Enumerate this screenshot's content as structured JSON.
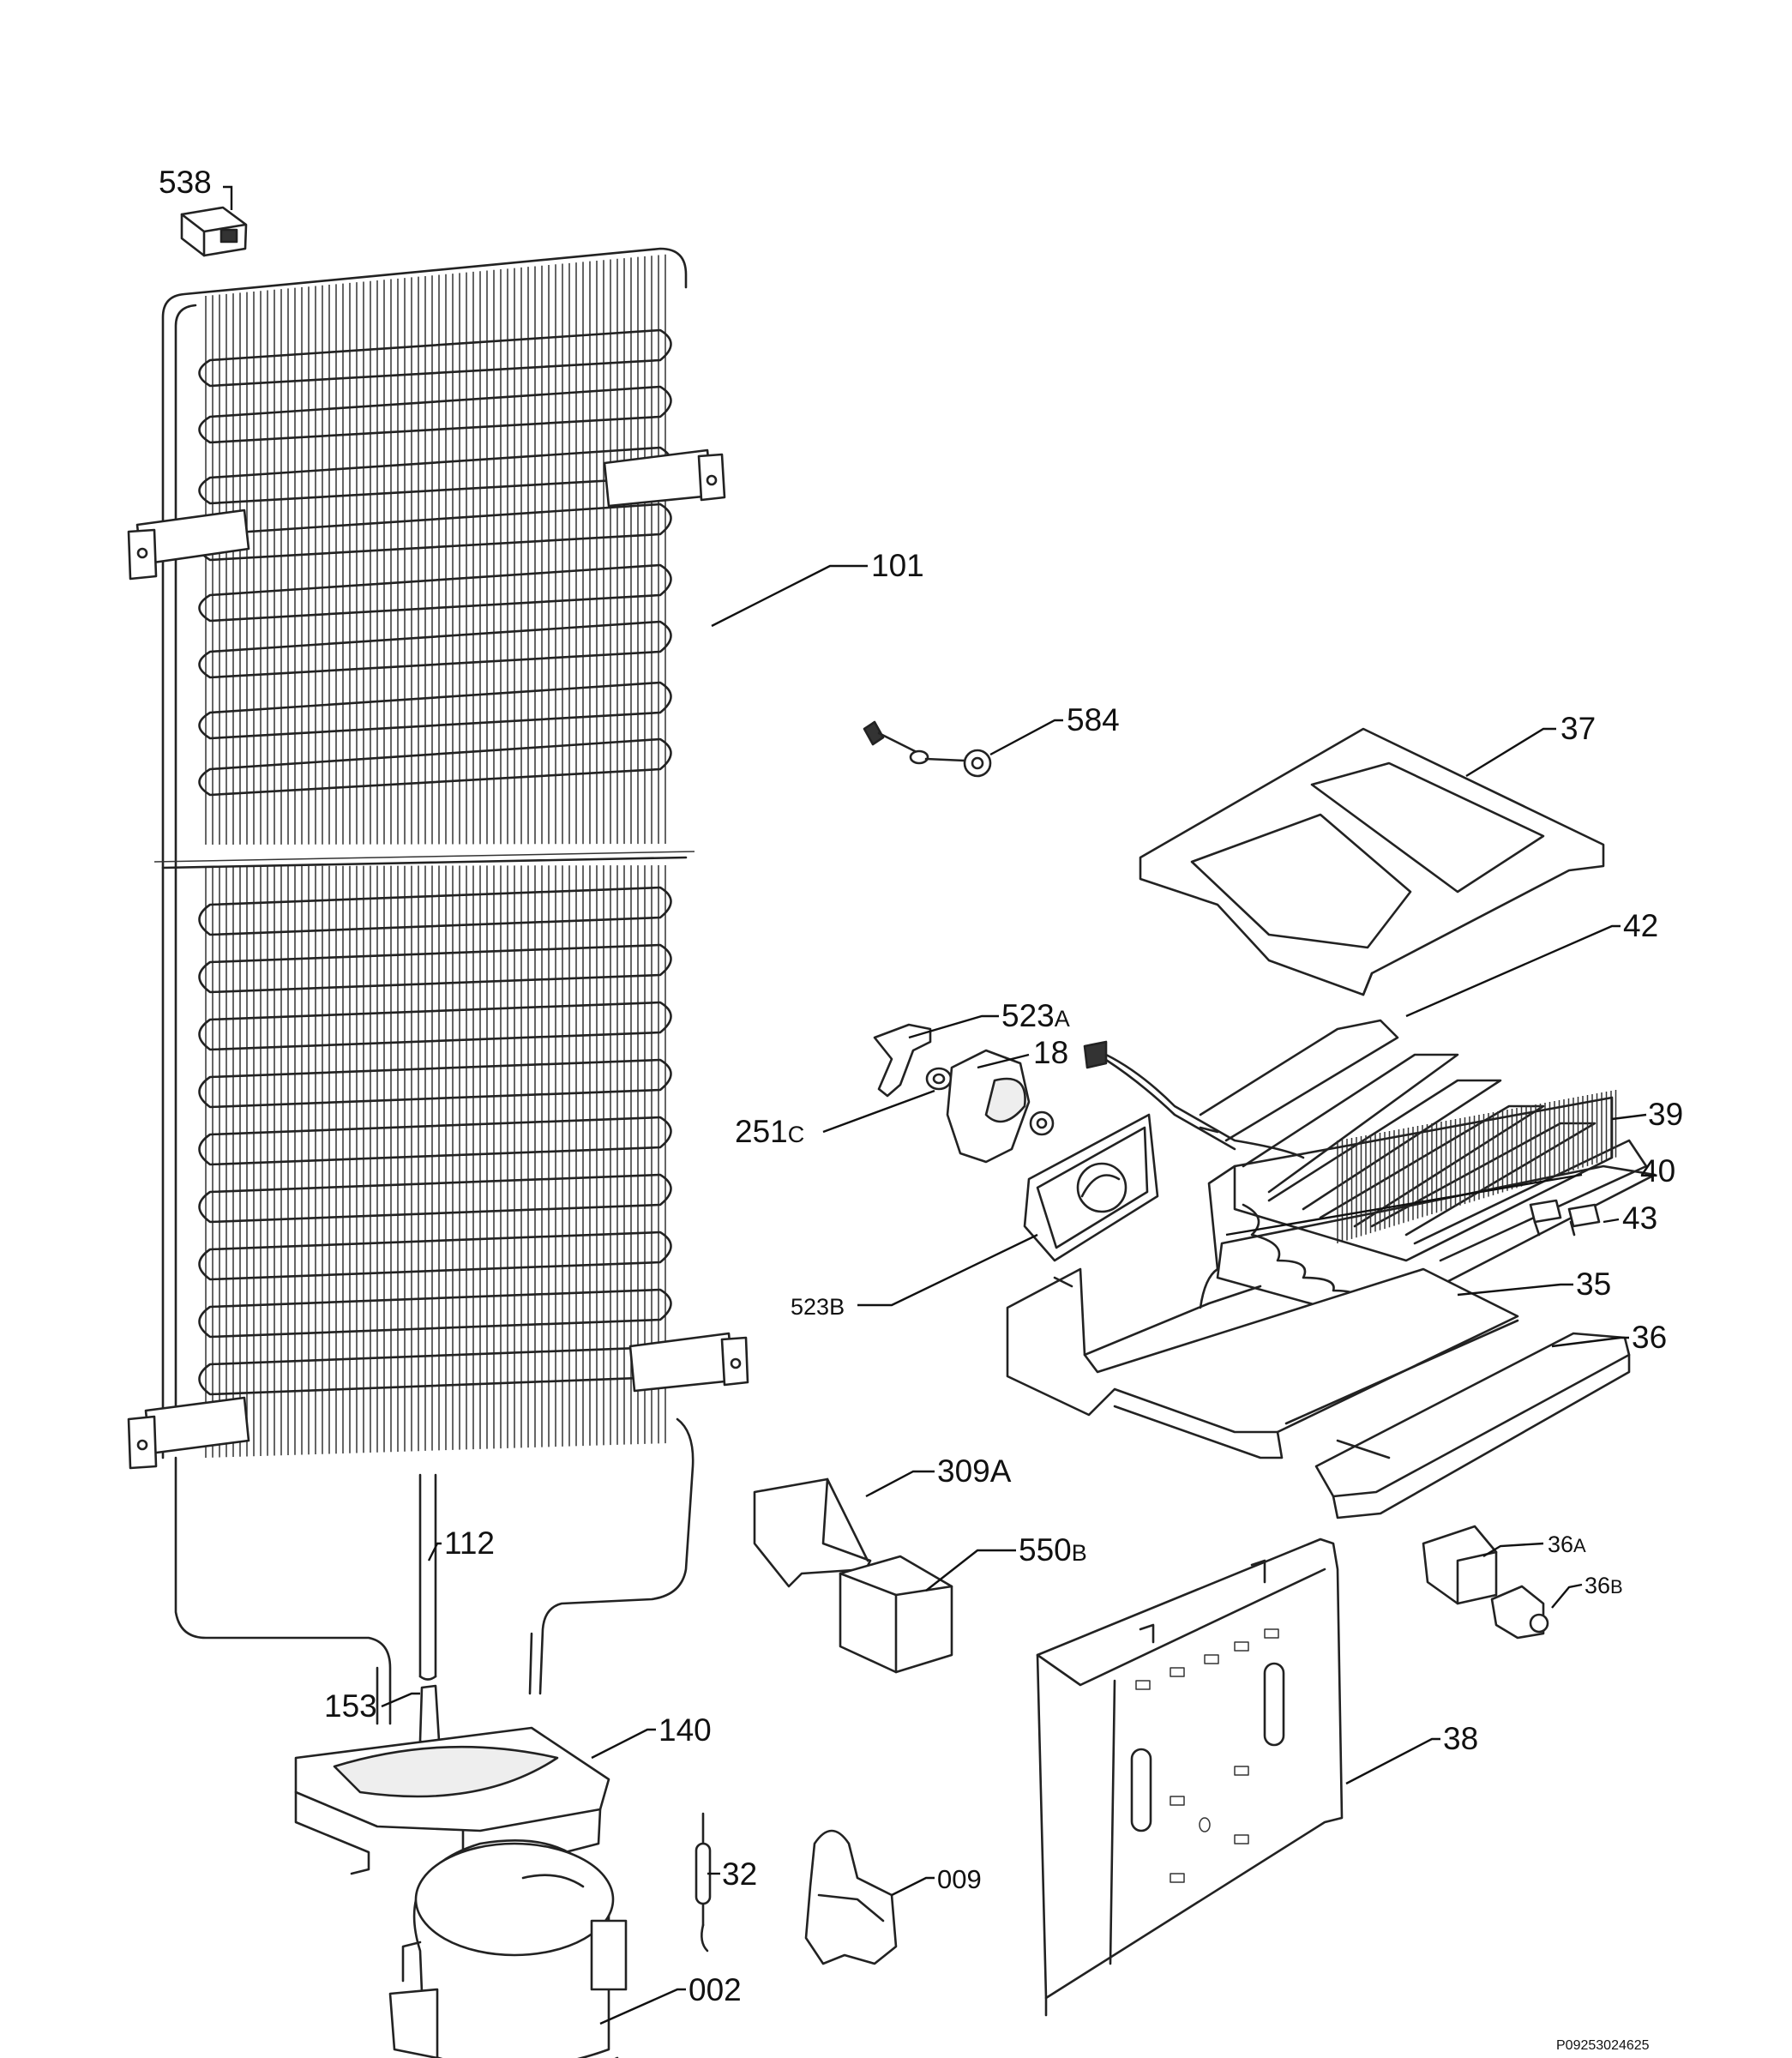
{
  "diagram": {
    "labels": {
      "l538": "538",
      "l101": "101",
      "l584": "584",
      "l37": "37",
      "l42": "42",
      "l523a_num": "523",
      "l523a_suf": "A",
      "l18": "18",
      "l251c_num": "251",
      "l251c_suf": "C",
      "l39": "39",
      "l40": "40",
      "l43": "43",
      "l523b_num": "523",
      "l523b_suf": "B",
      "l35": "35",
      "l36": "36",
      "l309a": "309A",
      "l550b_num": "550",
      "l550b_suf": "B",
      "l112": "112",
      "l36a_num": "36",
      "l36a_suf": "A",
      "l36b_num": "36",
      "l36b_suf": "B",
      "l153": "153",
      "l140": "140",
      "l38": "38",
      "l32": "32",
      "l009": "009",
      "l002": "002"
    },
    "drawing_code": "P09253024625"
  }
}
